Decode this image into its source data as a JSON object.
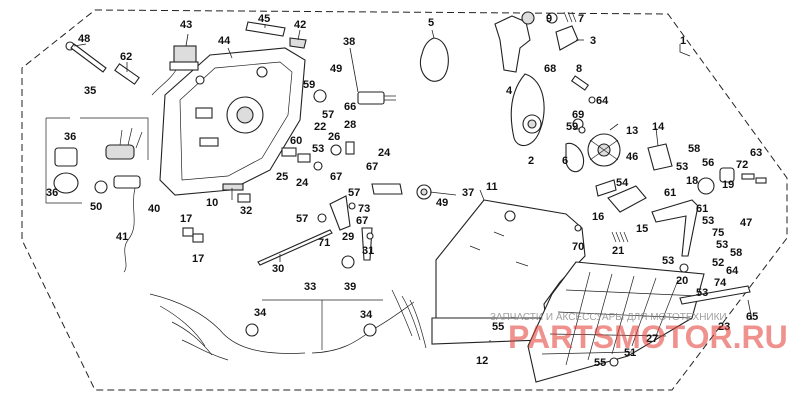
{
  "callouts": [
    "1",
    "2",
    "3",
    "4",
    "5",
    "6",
    "7",
    "8",
    "9",
    "10",
    "11",
    "12",
    "13",
    "14",
    "15",
    "16",
    "17",
    "18",
    "19",
    "20",
    "21",
    "22",
    "23",
    "24",
    "25",
    "26",
    "27",
    "28",
    "29",
    "30",
    "31",
    "32",
    "33",
    "34",
    "35",
    "36",
    "37",
    "38",
    "39",
    "40",
    "41",
    "42",
    "43",
    "44",
    "45",
    "46",
    "47",
    "48",
    "49",
    "50",
    "51",
    "52",
    "53",
    "54",
    "55",
    "56",
    "57",
    "58",
    "59",
    "60",
    "61",
    "62",
    "63",
    "64",
    "65",
    "66",
    "67",
    "68",
    "69",
    "70",
    "71",
    "72",
    "73",
    "74",
    "75"
  ],
  "watermark": {
    "main": "PARTSMOTOR.RU",
    "sub": "ЗАПЧАСТИ И АКСЕССУАРЫ ДЛЯ МОТОТЕХНИКИ",
    "color": "#e23a32"
  }
}
